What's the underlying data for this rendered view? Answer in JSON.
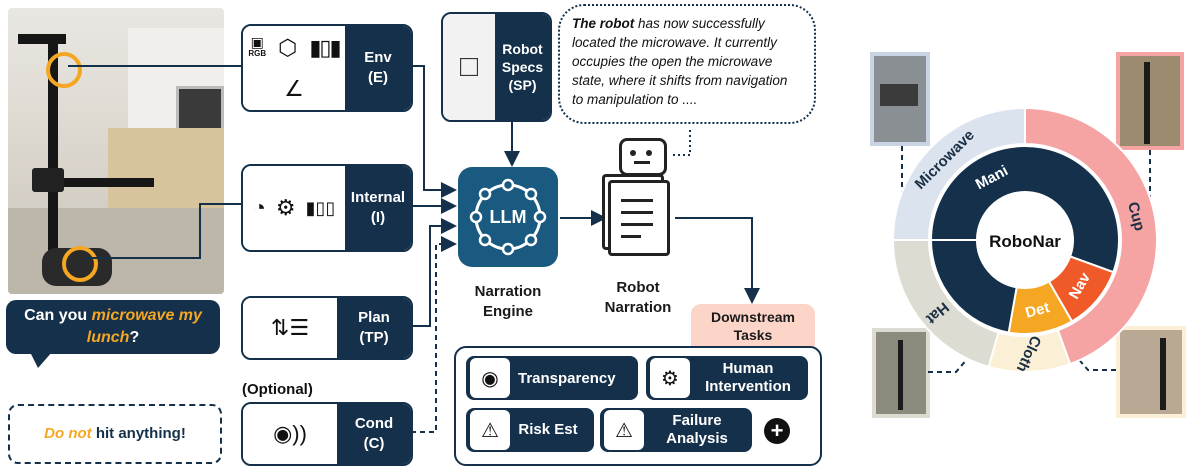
{
  "user_request": {
    "text_a": "Can you ",
    "highlight": "microwave my lunch",
    "text_b": "?"
  },
  "condition_bubble": {
    "highlight": "Do not",
    "text": " hit anything!"
  },
  "optional_label": "(Optional)",
  "inputs": {
    "env": {
      "title": "Env",
      "abbr": "(E)"
    },
    "internal": {
      "title": "Internal",
      "abbr": "(I)"
    },
    "plan": {
      "title": "Plan",
      "abbr": "(TP)"
    },
    "cond": {
      "title": "Cond",
      "abbr": "(C)"
    },
    "rgb_label": "RGB"
  },
  "robot_specs": {
    "title": "Robot",
    "title2": "Specs",
    "abbr": "(SP)"
  },
  "narration_bubble": {
    "bold": "The robot",
    "text": " has now successfully located the microwave. It currently occupies the open the microwave state, where it shifts from navigation to manipulation to ...."
  },
  "engine": {
    "label": "LLM",
    "caption1": "Narration",
    "caption2": "Engine"
  },
  "narration": {
    "caption1": "Robot",
    "caption2": "Narration"
  },
  "downstream": {
    "line1": "Downstream",
    "line2": "Tasks"
  },
  "tasks": [
    {
      "label": "Transparency",
      "icon": "speaking-head-icon"
    },
    {
      "label": "Human Intervention",
      "icon": "gears-person-icon"
    },
    {
      "label": "Risk Est",
      "icon": "warning-gauge-icon"
    },
    {
      "label": "Failure Analysis",
      "icon": "robot-arm-warning-icon"
    }
  ],
  "plus_icon": "plus-circle-icon",
  "donut": {
    "center": "RoboNar",
    "inner": [
      {
        "label": "Mani",
        "color": "#14304a"
      },
      {
        "label": "Nav",
        "color": "#f05a28"
      },
      {
        "label": "Det",
        "color": "#f5a623"
      }
    ],
    "outer": [
      {
        "label": "Microwave",
        "color": "#dbe3ee"
      },
      {
        "label": "Cup",
        "color": "#f5a3a3"
      },
      {
        "label": "Cloth",
        "color": "#fbf0d5"
      },
      {
        "label": "Hat",
        "color": "#dcdcd2"
      }
    ]
  },
  "colors": {
    "navy": "#14304a",
    "orange": "#f5a623",
    "llm": "#1b5a80",
    "pink": "#fcd5c8"
  }
}
